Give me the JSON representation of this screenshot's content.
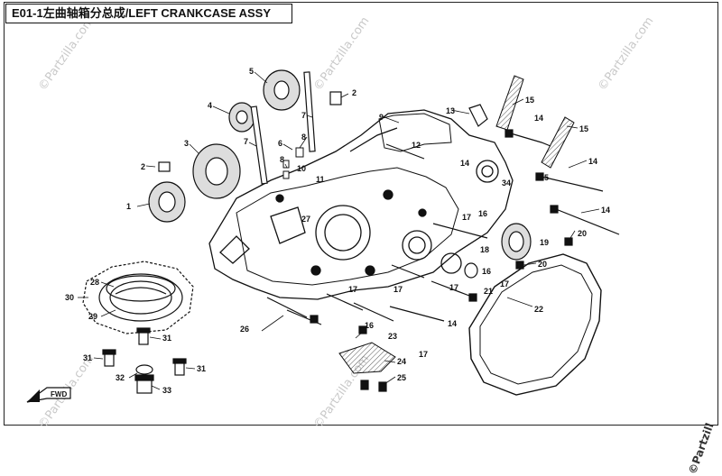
{
  "title": "E01-1左曲轴箱分总成/LEFT CRANKCASE ASSY",
  "watermark": "©Partzilla.com",
  "corner_brand": "©Partzill",
  "forward_label": "FWD",
  "callouts": [
    {
      "id": "c1",
      "label": "1"
    },
    {
      "id": "c2a",
      "label": "2"
    },
    {
      "id": "c2b",
      "label": "2"
    },
    {
      "id": "c3",
      "label": "3"
    },
    {
      "id": "c4",
      "label": "4"
    },
    {
      "id": "c5",
      "label": "5"
    },
    {
      "id": "c6",
      "label": "6"
    },
    {
      "id": "c7a",
      "label": "7"
    },
    {
      "id": "c7b",
      "label": "7"
    },
    {
      "id": "c8a",
      "label": "8"
    },
    {
      "id": "c8b",
      "label": "8"
    },
    {
      "id": "c9",
      "label": "9"
    },
    {
      "id": "c10",
      "label": "10"
    },
    {
      "id": "c11",
      "label": "11"
    },
    {
      "id": "c12",
      "label": "12"
    },
    {
      "id": "c13",
      "label": "13"
    },
    {
      "id": "c14a",
      "label": "14"
    },
    {
      "id": "c14b",
      "label": "14"
    },
    {
      "id": "c14c",
      "label": "14"
    },
    {
      "id": "c14d",
      "label": "14"
    },
    {
      "id": "c14e",
      "label": "14"
    },
    {
      "id": "c15a",
      "label": "15"
    },
    {
      "id": "c15b",
      "label": "15"
    },
    {
      "id": "c16a",
      "label": "16"
    },
    {
      "id": "c16b",
      "label": "16"
    },
    {
      "id": "c16c",
      "label": "16"
    },
    {
      "id": "c17a",
      "label": "17"
    },
    {
      "id": "c17b",
      "label": "17"
    },
    {
      "id": "c17c",
      "label": "17"
    },
    {
      "id": "c17d",
      "label": "17"
    },
    {
      "id": "c17e",
      "label": "17"
    },
    {
      "id": "c17f",
      "label": "17"
    },
    {
      "id": "c18",
      "label": "18"
    },
    {
      "id": "c19",
      "label": "19"
    },
    {
      "id": "c20a",
      "label": "20"
    },
    {
      "id": "c20b",
      "label": "20"
    },
    {
      "id": "c21",
      "label": "21"
    },
    {
      "id": "c22",
      "label": "22"
    },
    {
      "id": "c23",
      "label": "23"
    },
    {
      "id": "c24",
      "label": "24"
    },
    {
      "id": "c25",
      "label": "25"
    },
    {
      "id": "c26",
      "label": "26"
    },
    {
      "id": "c27",
      "label": "27"
    },
    {
      "id": "c28",
      "label": "28"
    },
    {
      "id": "c29",
      "label": "29"
    },
    {
      "id": "c30",
      "label": "30"
    },
    {
      "id": "c31a",
      "label": "31"
    },
    {
      "id": "c31b",
      "label": "31"
    },
    {
      "id": "c31c",
      "label": "31"
    },
    {
      "id": "c32",
      "label": "32"
    },
    {
      "id": "c33",
      "label": "33"
    },
    {
      "id": "c34",
      "label": "34"
    },
    {
      "id": "c35",
      "label": "35"
    }
  ]
}
